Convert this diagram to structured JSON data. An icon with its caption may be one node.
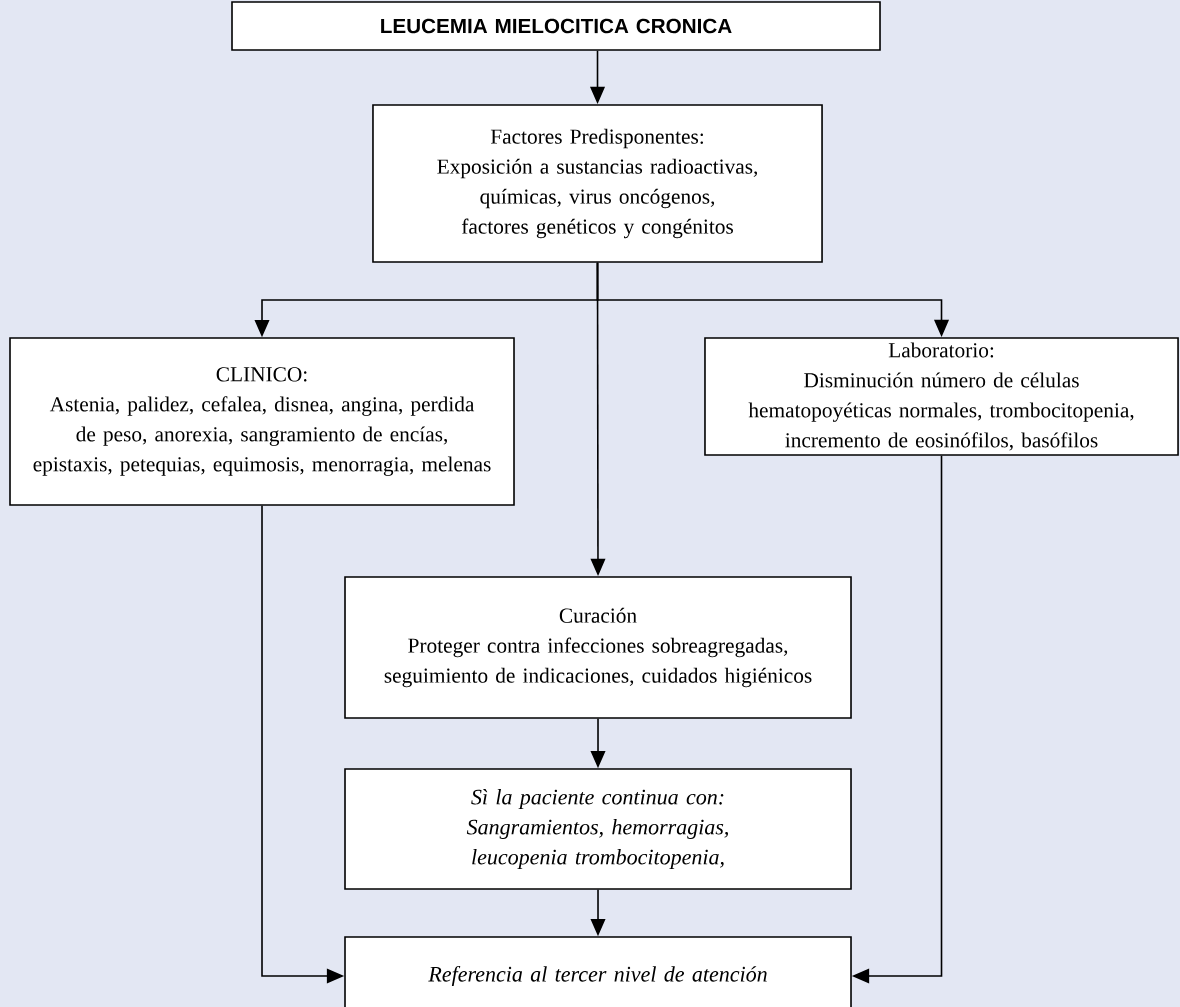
{
  "diagram": {
    "nodes": [
      {
        "text": [
          "LEUCEMIA MIELOCITICA CRONICA"
        ]
      },
      {
        "text": [
          "Factores Predisponentes:",
          "Exposición a sustancias radioactivas, químicas, virus oncógenos, factores genéticos y congénitos"
        ]
      },
      {
        "text": [
          "CLINICO:",
          "Astenia, palidez, cefalea, disnea, angina, perdida de peso, anorexia, sangramiento de encías, epistaxis, petequias, equimosis, menorragia, melenas"
        ]
      },
      {
        "text": [
          "Laboratorio:",
          "Disminución número de células hematopoyéticas normales, trombocitopenia, incremento de eosinófilos, basófilos"
        ]
      },
      {
        "text": [
          "Curación",
          "Proteger contra infecciones sobreagregadas, seguimiento de indicaciones, cuidados higiénicos"
        ]
      },
      {
        "text": [
          "Sì la paciente continua con:",
          "Sangramientos, hemorragias, leucopenia trombocitopenia,"
        ]
      },
      {
        "text": [
          "Referencia al tercer nivel de atención"
        ]
      }
    ],
    "edges": [
      {
        "from": 0,
        "to": 1,
        "arrow": "to"
      },
      {
        "from": 1,
        "to": 2,
        "arrow": "to"
      },
      {
        "from": 1,
        "to": 3,
        "arrow": "to"
      },
      {
        "from": 1,
        "to": 4,
        "arrow": "to"
      },
      {
        "from": 2,
        "to": 6,
        "arrow": "to"
      },
      {
        "from": 3,
        "to": 6,
        "arrow": "to"
      },
      {
        "from": 4,
        "to": 5,
        "arrow": "to"
      },
      {
        "from": 5,
        "to": 6,
        "arrow": "to"
      }
    ]
  }
}
